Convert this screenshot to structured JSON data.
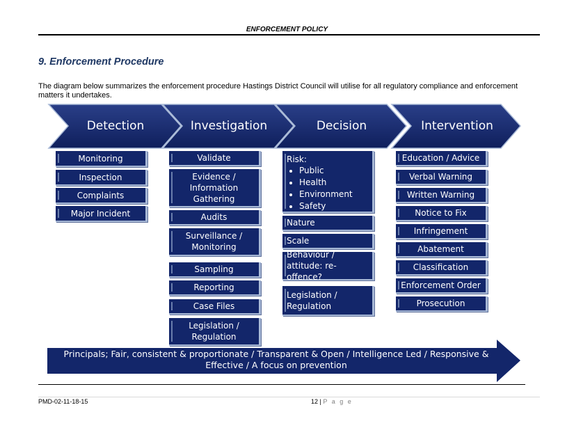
{
  "header": {
    "title": "ENFORCEMENT POLICY"
  },
  "section": {
    "title": "9.  Enforcement Procedure"
  },
  "intro": "The diagram below summarizes the enforcement procedure Hastings District Council will utilise for all regulatory compliance and enforcement matters it undertakes.",
  "stages": {
    "detection": {
      "label": "Detection",
      "items": [
        "Monitoring",
        "Inspection",
        "Complaints",
        "Major Incident"
      ]
    },
    "investigation": {
      "label": "Investigation",
      "items": [
        "Validate",
        "Evidence / Information Gathering",
        "Audits",
        "Surveillance / Monitoring",
        "Sampling",
        "Reporting",
        "Case Files",
        "Legislation / Regulation"
      ]
    },
    "decision": {
      "label": "Decision",
      "risk_title": "Risk:",
      "risk_items": [
        "Public",
        "Health",
        "Environment",
        "Safety"
      ],
      "items": [
        "Nature",
        "Scale",
        "Behaviour / attitude: re-offence?",
        "Legislation / Regulation"
      ]
    },
    "intervention": {
      "label": "Intervention",
      "items": [
        "Education / Advice",
        "Verbal Warning",
        "Written Warning",
        "Notice to Fix",
        "Infringement",
        "Abatement",
        "Classification",
        "Enforcement Order",
        "Prosecution"
      ]
    }
  },
  "principles": "Principals; Fair, consistent & proportionate / Transparent & Open / Intelligence Led / Responsive & Effective / A focus on prevention",
  "colors": {
    "navy": "#13266a",
    "title_blue": "#1f3864"
  },
  "footer": {
    "doc_id": "PMD-02-11-18-15",
    "page_number": "12",
    "page_word": "P a g e"
  }
}
